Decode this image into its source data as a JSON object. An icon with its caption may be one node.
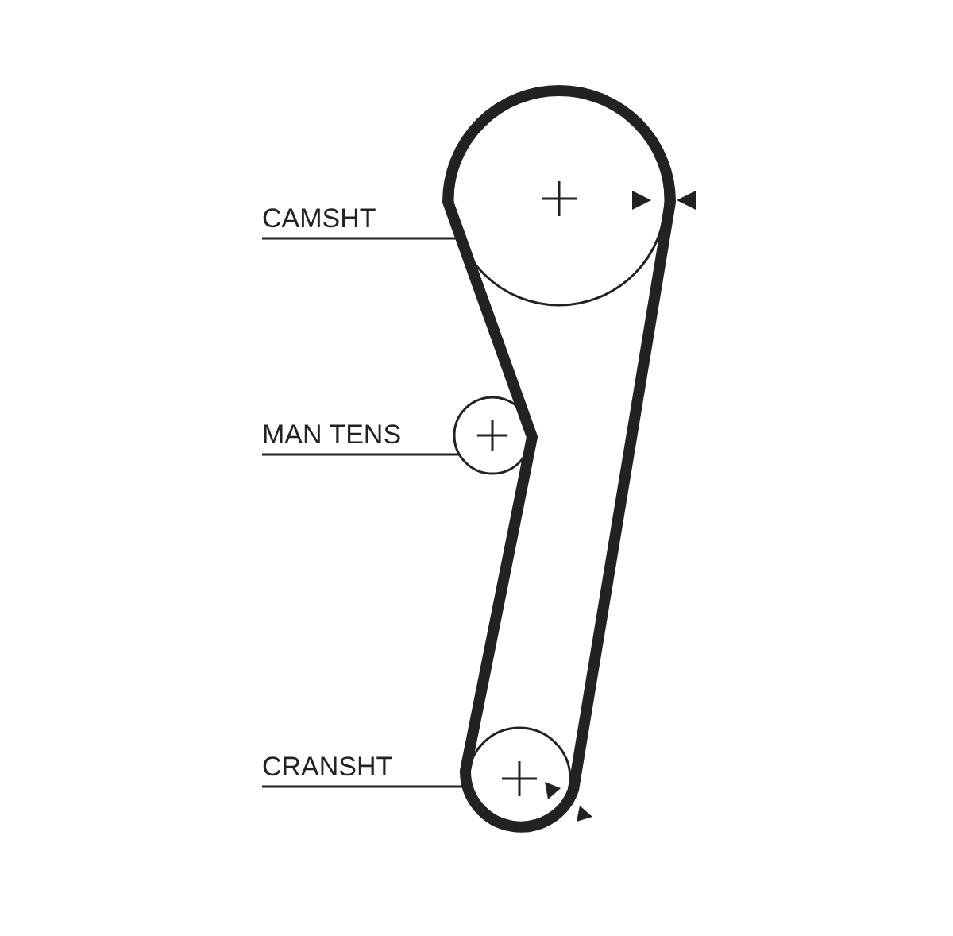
{
  "diagram": {
    "nodes": [
      {
        "text": [
          "CAMSHT"
        ]
      },
      {
        "text": [],
        "shape": "circle"
      },
      {
        "text": [
          "MAN TENS"
        ]
      },
      {
        "text": [],
        "shape": "circle"
      },
      {
        "text": [
          "CRANSHT"
        ]
      },
      {
        "text": [],
        "shape": "circle"
      }
    ],
    "edges": [
      {
        "from": 0,
        "to": 1,
        "arrow": "none"
      },
      {
        "from": 2,
        "to": 3,
        "arrow": "none"
      },
      {
        "from": 4,
        "to": 5,
        "arrow": "none"
      }
    ]
  }
}
